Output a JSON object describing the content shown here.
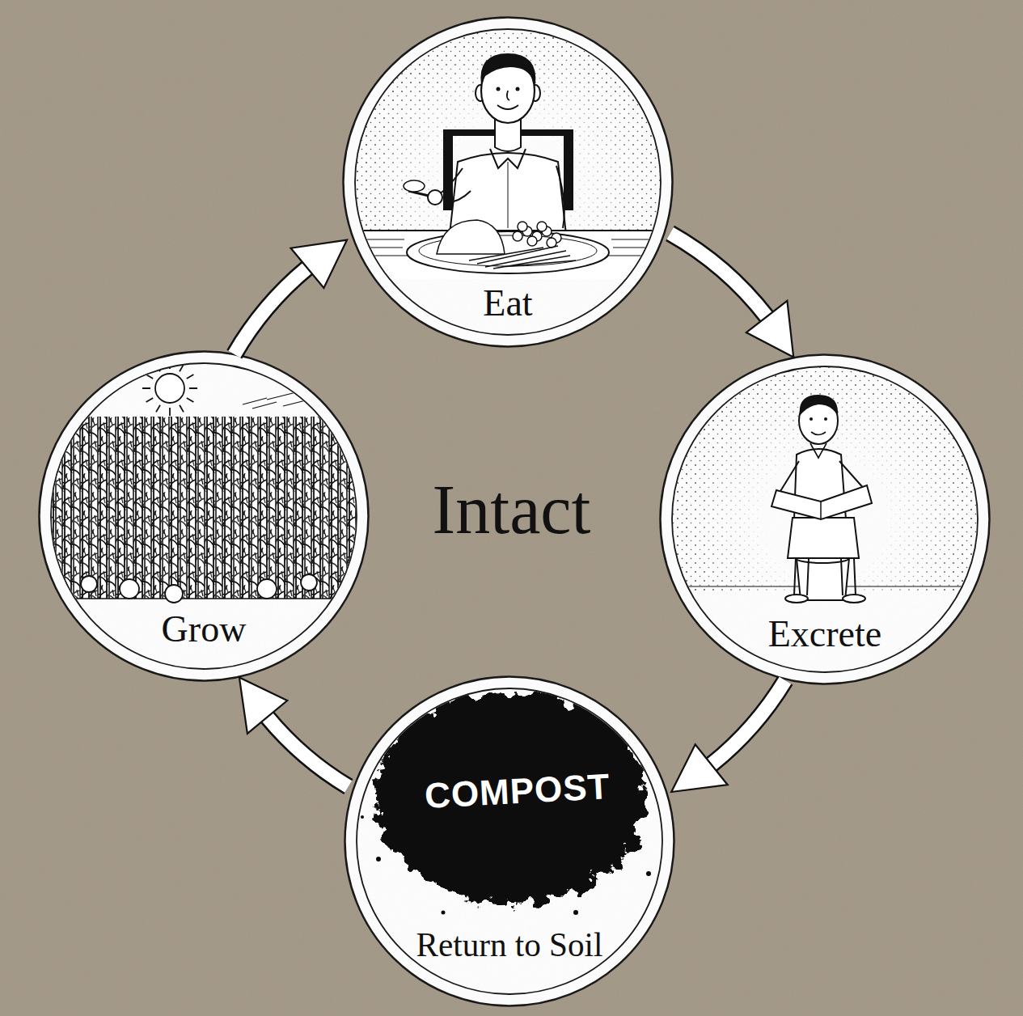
{
  "diagram": {
    "title": "Intact",
    "nodes": [
      {
        "text": [
          "Eat"
        ]
      },
      {
        "text": [
          "Excrete"
        ]
      },
      {
        "text": [
          "COMPOST",
          "Return to Soil"
        ]
      },
      {
        "text": [
          "Grow"
        ]
      }
    ],
    "edges": [
      {
        "from": 0,
        "to": 1,
        "arrow": "to"
      },
      {
        "from": 1,
        "to": 2,
        "arrow": "to"
      },
      {
        "from": 2,
        "to": 3,
        "arrow": "to"
      },
      {
        "from": 3,
        "to": 0,
        "arrow": "to"
      }
    ]
  }
}
